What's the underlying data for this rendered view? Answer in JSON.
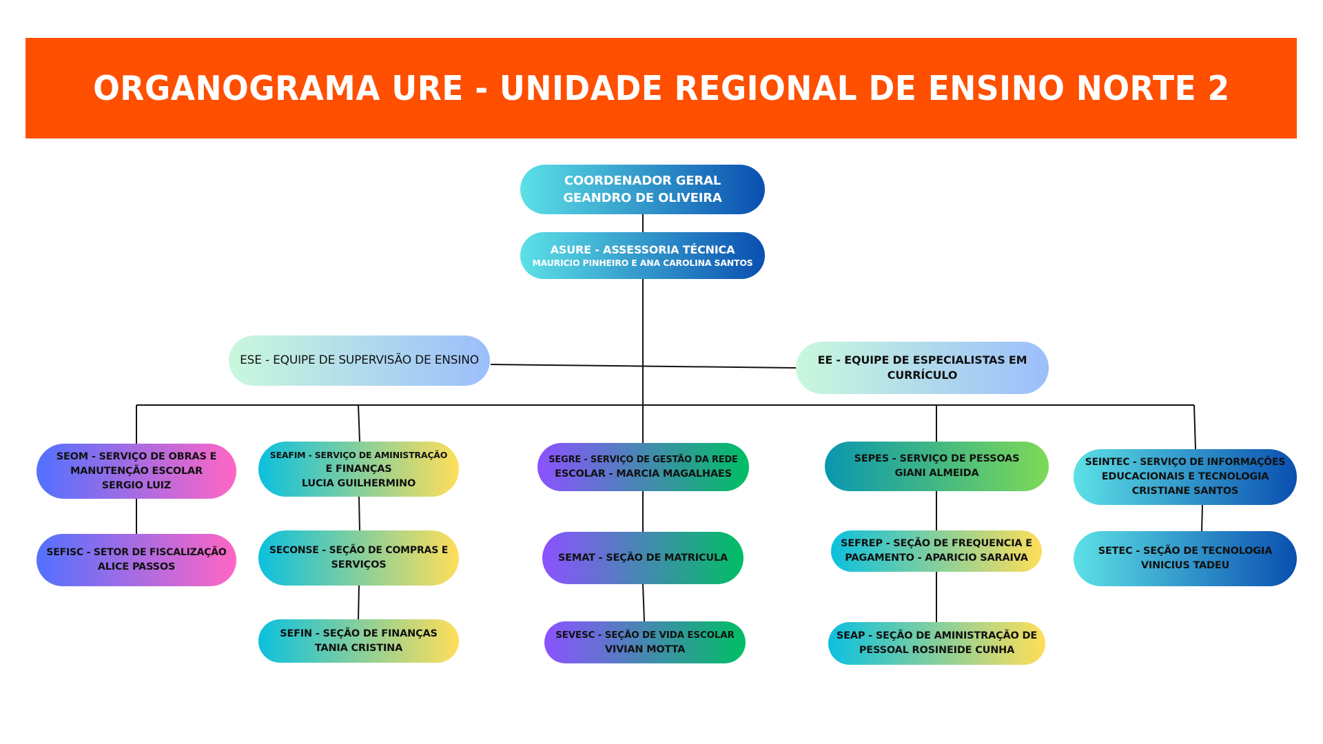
{
  "title": "ORGANOGRAMA URE - UNIDADE REGIONAL DE ENSINO NORTE 2",
  "colors": {
    "banner": "#FF4F00",
    "banner_text": "#FFFFFF",
    "connector": "#111111",
    "gradients": {
      "blue": [
        "#5CE1E6",
        "#0A4FB0"
      ],
      "pastel": [
        "#C9F8DC",
        "#9BBEFB"
      ],
      "pink": [
        "#5271FF",
        "#FF66C4"
      ],
      "yellow": [
        "#0CC0DF",
        "#FFDE59"
      ],
      "purple": [
        "#8C52FF",
        "#00BF63"
      ],
      "teal": [
        "#0997AE",
        "#7ED957"
      ]
    }
  },
  "nodes": {
    "coordenador": {
      "lines": [
        "COORDENADOR GERAL",
        "GEANDRO DE OLIVEIRA"
      ]
    },
    "asure": {
      "lines": [
        "ASURE - ASSESSORIA TÉCNICA",
        "MAURICIO PINHEIRO E ANA CAROLINA  SANTOS"
      ]
    },
    "ese": {
      "lines": [
        "ESE - EQUIPE DE SUPERVISÃO DE ENSINO"
      ]
    },
    "ee": {
      "lines": [
        "EE - EQUIPE DE ESPECIALISTAS EM",
        "CURRÍCULO"
      ]
    },
    "seom": {
      "lines": [
        "SEOM - SERVIÇO DE OBRAS E",
        "MANUTENÇÃO ESCOLAR",
        "SERGIO LUIZ"
      ]
    },
    "sefisc": {
      "lines": [
        "SEFISC - SETOR DE FISCALIZAÇÃO",
        "ALICE PASSOS"
      ]
    },
    "seafim": {
      "lines": [
        "SEAFIM - SERVIÇO DE AMINISTRAÇÃO",
        "E FINANÇAS",
        "LUCIA GUILHERMINO"
      ]
    },
    "seconse": {
      "lines": [
        "SECONSE - SEÇÃO DE COMPRAS E",
        "SERVIÇOS"
      ]
    },
    "sefin": {
      "lines": [
        "SEFIN - SEÇÃO DE FINANÇAS",
        "TANIA CRISTINA"
      ]
    },
    "segre": {
      "lines": [
        "SEGRE - SERVIÇO DE GESTÃO DA REDE",
        "ESCOLAR - MARCIA MAGALHAES"
      ]
    },
    "semat": {
      "lines": [
        "SEMAT - SEÇÃO DE MATRICULA"
      ]
    },
    "sevesc": {
      "lines": [
        "SEVESC - SEÇÃO DE VIDA ESCOLAR",
        "VIVIAN MOTTA"
      ]
    },
    "sepes": {
      "lines": [
        "SEPES - SERVIÇO DE PESSOAS",
        "GIANI ALMEIDA"
      ]
    },
    "sefrep": {
      "lines": [
        "SEFREP - SEÇÃO DE FREQUENCIA E",
        "PAGAMENTO - APARICIO SARAIVA"
      ]
    },
    "seap": {
      "lines": [
        "SEAP - SEÇÃO DE AMINISTRAÇÃO DE",
        "PESSOAL ROSINEIDE CUNHA"
      ]
    },
    "seintec": {
      "lines": [
        "SEINTEC - SERVIÇO DE INFORMAÇÕES",
        "EDUCACIONAIS E TECNOLOGIA",
        "CRISTIANE SANTOS"
      ]
    },
    "setec": {
      "lines": [
        "SETEC - SEÇÃO DE TECNOLOGIA",
        "VINICIUS TADEU"
      ]
    }
  }
}
